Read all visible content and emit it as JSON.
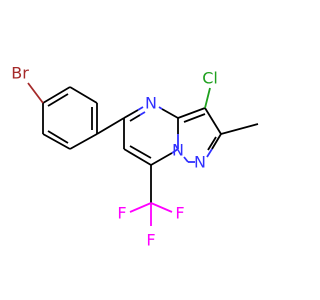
{
  "atoms": {
    "br": "Br",
    "cl": "Cl",
    "n_pyrimidine": "N",
    "n_bridge": "N",
    "n_pyrazole": "N",
    "f_left": "F",
    "f_right": "F",
    "f_bottom": "F"
  },
  "colors": {
    "carbon_bonds": "#000000",
    "bromine": "#a52a2a",
    "chlorine": "#1fa01f",
    "nitrogen": "#3030ff",
    "fluorine": "#ff00ff",
    "background": "#ffffff"
  }
}
